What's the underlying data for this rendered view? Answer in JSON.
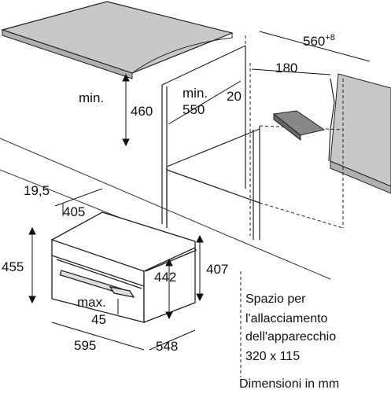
{
  "dimensions": {
    "niche_depth": "560",
    "niche_depth_sup": "+8",
    "vent_depth": "180",
    "min_height_label": "min.",
    "min_height": "460",
    "min_width_label": "min.",
    "min_width": "550",
    "gap": "20",
    "front_offset": "19,5",
    "inner_width": "405",
    "total_height": "455",
    "body_height": "442",
    "body_depth_side": "407",
    "door_label": "max.",
    "door_value": "45",
    "total_width": "595",
    "body_depth": "548"
  },
  "notes": {
    "line1": "Spazio per",
    "line2": "l'allacciamento",
    "line3": "dell'apparecchio",
    "line4": "320 x 115",
    "units": "Dimensioni in mm"
  }
}
